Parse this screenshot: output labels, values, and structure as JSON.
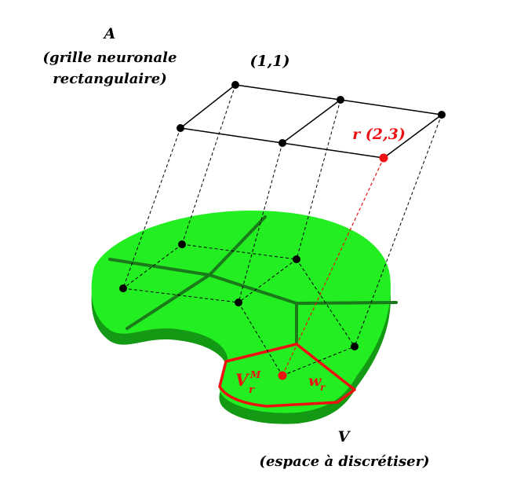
{
  "labels": {
    "grid_letter": "A",
    "grid_desc_line1": "(grille neuronale",
    "grid_desc_line2": "rectangulaire)",
    "corner_node": "(1,1)",
    "selected_node": "r (2,3)",
    "space_letter": "V",
    "space_desc": "(espace à discrétiser)",
    "voronoi_cell": "V",
    "voronoi_cell_sub": "r",
    "voronoi_cell_sup": "M",
    "weight_vector": "w",
    "weight_vector_sub": "r"
  },
  "colors": {
    "region_top": "#22ee22",
    "region_side": "#149914",
    "voronoi_lines": "#1a7a1a",
    "highlight": "#ee1111",
    "node": "#000000",
    "grid_lines": "#000000"
  }
}
